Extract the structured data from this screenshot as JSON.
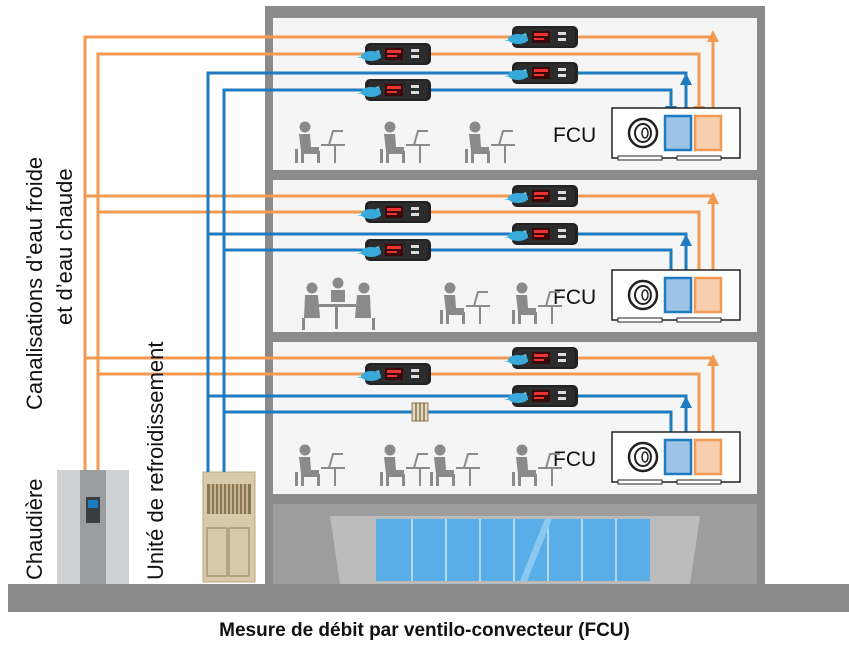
{
  "caption": "Mesure de débit par ventilo-convecteur (FCU)",
  "labels": {
    "boiler": "Chaudière",
    "chiller": "Unité de refroidissement",
    "pipes_line1": "Canalisations d’eau froide",
    "pipes_line2": "et d’eau chaude"
  },
  "floors": [
    {
      "fcu_label": "FCU"
    },
    {
      "fcu_label": "FCU"
    },
    {
      "fcu_label": "FCU"
    }
  ],
  "colors": {
    "hot_pipe": "#f29a52",
    "cold_pipe": "#1f7bbf",
    "building": "#8b8b8b",
    "floor_bg": "#f5f5f5",
    "ground": "#8a8a8a",
    "glass": "#5aaee8"
  },
  "icons": [
    "flow-meter-icon",
    "fan-coil-unit-icon",
    "person-at-desk-icon",
    "boiler-icon",
    "cooling-unit-icon",
    "small-flow-meter-icon"
  ]
}
